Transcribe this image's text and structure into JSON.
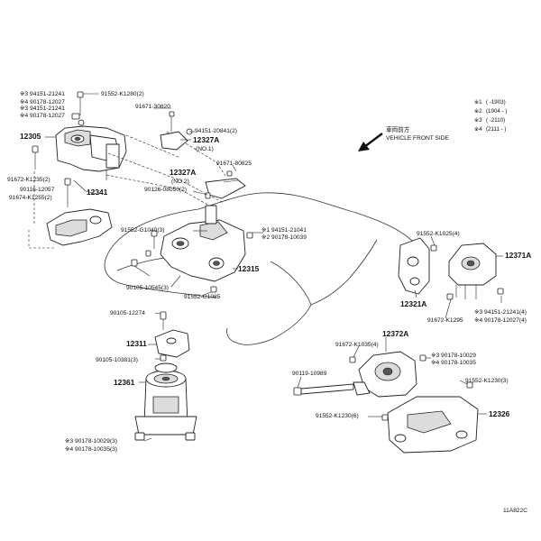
{
  "diagram_id": "11A822C",
  "orientation": {
    "jp_label": "車両前方",
    "en_label": "VEHICLE FRONT SIDE"
  },
  "legend": [
    {
      "mark": "※1",
      "text": "(        -1903)"
    },
    {
      "mark": "※2",
      "text": "(1904  -       )"
    },
    {
      "mark": "※3",
      "text": "(        -2110)"
    },
    {
      "mark": "※4",
      "text": "(2111  -       )"
    }
  ],
  "labels": {
    "l01": "※3 94151-21241",
    "l02": "※4 90178-12027",
    "l03": "※3 94151-21241",
    "l04": "※4 90178-12027",
    "l05": "91552-K1280(2)",
    "l06": "91671-30820",
    "l07": "94151-20841(2)",
    "l08": "12327A",
    "l09": "(NO.1)",
    "l10": "12305",
    "l11": "91672-K1235(2)",
    "l12": "90116-12057",
    "l13": "91674-K1255(2)",
    "l14": "12341",
    "l15": "12327A",
    "l16": "(NO.2)",
    "l17": "90126-08050(2)",
    "l18": "91671-80825",
    "l19": "91552-G1040(3)",
    "l20": "※1 94151-21041",
    "l21": "※2 90178-10039",
    "l22": "12315",
    "l23": "90105-10545(3)",
    "l24": "91552-G1085",
    "l25": "90105-12274",
    "l26": "12311",
    "l27": "90105-10381(3)",
    "l28": "12361",
    "l29": "※3 90178-10029(3)",
    "l30": "※4 90178-10035(3)",
    "l31": "91552-K1025(4)",
    "l32": "12371A",
    "l33": "12321A",
    "l34": "91672-K1295",
    "l35": "※3 94151-21241(4)",
    "l36": "※4 90178-12027(4)",
    "l37": "12372A",
    "l38": "91672-K1035(4)",
    "l39": "※3 90178-10029",
    "l40": "※4 90178-10035",
    "l41": "90119-10989",
    "l42": "91552-K1230(3)",
    "l43": "91552-K1230(6)",
    "l44": "12326"
  }
}
